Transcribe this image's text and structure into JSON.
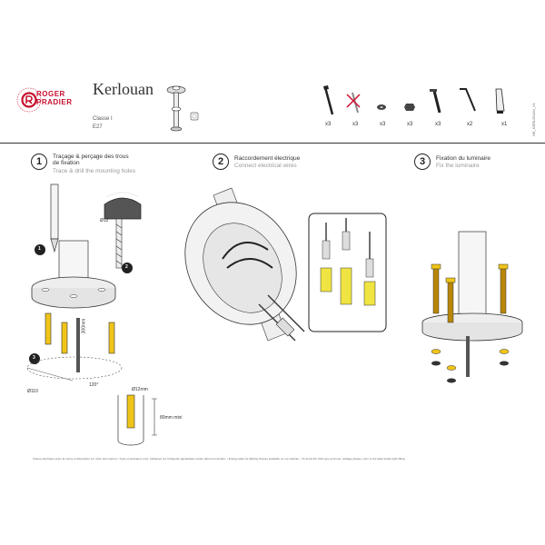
{
  "brand": {
    "name_line1": "ROGER",
    "name_line2": "PRADIER",
    "color": "#c8102e"
  },
  "product": {
    "title": "Kerlouan",
    "class_text": "Classe I",
    "lamp_text": "E27"
  },
  "doc_ref": "NE_KERLOUAN_V1",
  "hardware_counts": [
    "x3",
    "x3",
    "x3",
    "x3",
    "x3",
    "x2",
    "x1"
  ],
  "steps": [
    {
      "number": "1",
      "title_fr_line1": "Traçage & perçage des trous",
      "title_fr_line2": "de fixation",
      "title_en": "Trace & drill the mounting holes"
    },
    {
      "number": "2",
      "title_fr_line1": "Raccordement électrique",
      "title_fr_line2": "",
      "title_en": "Connect electrical wires"
    },
    {
      "number": "3",
      "title_fr_line1": "Fixation du luminaire",
      "title_fr_line2": "",
      "title_en": "Fix the luminaire"
    }
  ],
  "callouts": {
    "c1": "1",
    "c2": "2",
    "c3": "3"
  },
  "dims": {
    "drill": "Ø12",
    "length": "300mm",
    "circle": "Ø110",
    "spacing": "120°",
    "hole": "Ø12mm",
    "depth": "80mm mini"
  },
  "footer_text": "Classe électrique selon la norme à disposition sur notre site internet • Type et puissance max. indiquées sur l'étiquette signalétique située dans le luminaire. • Energy label for lighting fixtures available on our website. • To know the bulb type and max. wattage please, refer to the label inside light fitting"
}
